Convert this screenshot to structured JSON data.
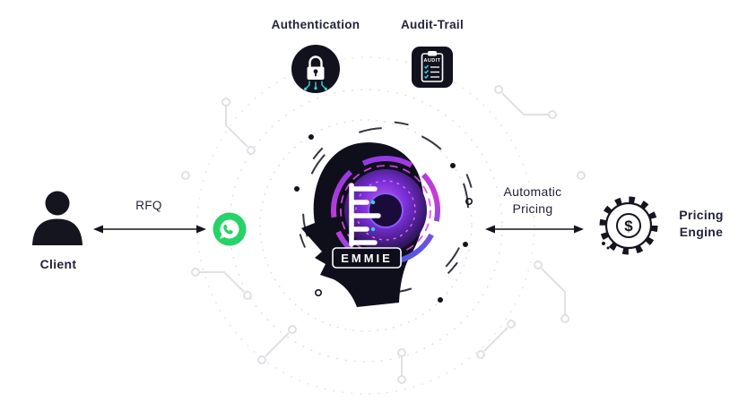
{
  "top_icons": {
    "authentication": {
      "label": "Authentication",
      "icon": "padlock-circuit-icon"
    },
    "audit_trail": {
      "label": "Audit-Trail",
      "icon": "audit-clipboard-icon",
      "doc_title": "AUDIT"
    }
  },
  "left_flow": {
    "client_label": "Client",
    "rfq_label": "RFQ",
    "channel_icon": "whatsapp-icon"
  },
  "center": {
    "emmie_label": "EMMIE",
    "icon": "ai-head-neural-rings-icon"
  },
  "right_flow": {
    "automatic_pricing_label": "Automatic Pricing",
    "pricing_engine_label": "Pricing Engine",
    "currency_symbol": "$",
    "icon": "gear-dollar-icon"
  },
  "colors": {
    "dark_navy": "#12121e",
    "label_text": "#23233a",
    "whatsapp_green": "#25d366",
    "teal_accent": "#2fd8de",
    "purple_accent": "#8b5cf6",
    "magenta_accent": "#c93bd4",
    "circuit_gray": "#e2e2e6"
  }
}
